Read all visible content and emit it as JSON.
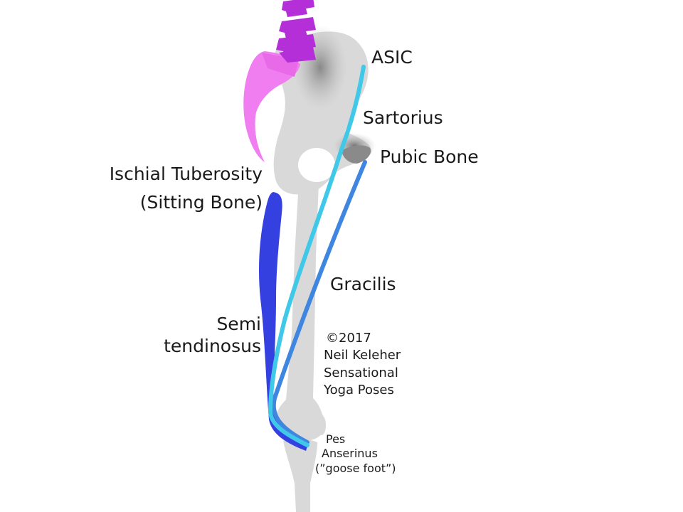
{
  "labels": {
    "asic": "ASIC",
    "sartorius": "Sartorius",
    "pubic_bone": "Pubic Bone",
    "ischial_line1": "Ischial Tuberosity",
    "ischial_line2": "(Sitting Bone)",
    "gracilis": "Gracilis",
    "semi_line1": "Semi",
    "semi_line2": "tendinosus",
    "pes_line1": "Pes",
    "pes_line2": "Anserinus",
    "pes_line3": "(”goose foot”)"
  },
  "copyright": {
    "line1": "©2017",
    "line2": "Neil Keleher",
    "line3": "Sensational",
    "line4": "Yoga Poses"
  },
  "colors": {
    "bone": "#d9d9d9",
    "bone_shade": "#8e8e8e",
    "spine": "#b42fd8",
    "sacrum": "#f07ef0",
    "sartorius": "#40c8e8",
    "gracilis": "#3f86e0",
    "semitendinosus": "#3540e0"
  }
}
